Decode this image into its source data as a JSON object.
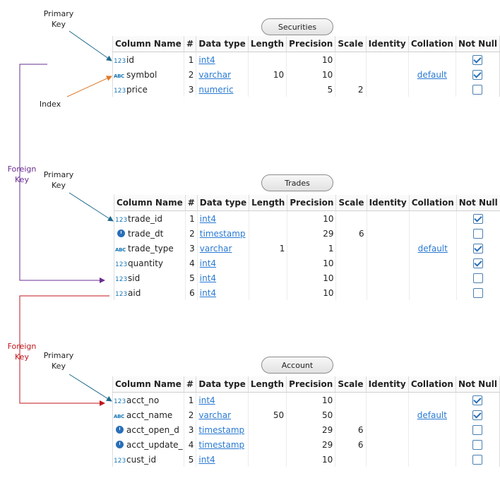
{
  "annotations": {
    "primary_key": "Primary\nKey",
    "index": "Index",
    "foreign_key": "Foreign\nKey"
  },
  "columns_header": [
    "Column Name",
    "#",
    "Data type",
    "Length",
    "Precision",
    "Scale",
    "Identity",
    "Collation",
    "Not Null"
  ],
  "tables": [
    {
      "title": "Securities",
      "rows": [
        {
          "type_icon": "123",
          "name": "id",
          "num": "1",
          "dtype": "int4",
          "length": "",
          "precision": "10",
          "scale": "",
          "identity": "",
          "collation": "",
          "not_null": true
        },
        {
          "type_icon": "ABC",
          "name": "symbol",
          "num": "2",
          "dtype": "varchar",
          "length": "10",
          "precision": "10",
          "scale": "",
          "identity": "",
          "collation": "default",
          "not_null": true
        },
        {
          "type_icon": "123",
          "name": "price",
          "num": "3",
          "dtype": "numeric",
          "length": "",
          "precision": "5",
          "scale": "2",
          "identity": "",
          "collation": "",
          "not_null": false
        }
      ]
    },
    {
      "title": "Trades",
      "rows": [
        {
          "type_icon": "123",
          "name": "trade_id",
          "num": "1",
          "dtype": "int4",
          "length": "",
          "precision": "10",
          "scale": "",
          "identity": "",
          "collation": "",
          "not_null": true
        },
        {
          "type_icon": "clock",
          "name": "trade_dt",
          "num": "2",
          "dtype": "timestamp",
          "length": "",
          "precision": "29",
          "scale": "6",
          "identity": "",
          "collation": "",
          "not_null": false
        },
        {
          "type_icon": "ABC",
          "name": "trade_type",
          "num": "3",
          "dtype": "varchar",
          "length": "1",
          "precision": "1",
          "scale": "",
          "identity": "",
          "collation": "default",
          "not_null": true
        },
        {
          "type_icon": "123",
          "name": "quantity",
          "num": "4",
          "dtype": "int4",
          "length": "",
          "precision": "10",
          "scale": "",
          "identity": "",
          "collation": "",
          "not_null": true
        },
        {
          "type_icon": "123",
          "name": "sid",
          "num": "5",
          "dtype": "int4",
          "length": "",
          "precision": "10",
          "scale": "",
          "identity": "",
          "collation": "",
          "not_null": false
        },
        {
          "type_icon": "123",
          "name": "aid",
          "num": "6",
          "dtype": "int4",
          "length": "",
          "precision": "10",
          "scale": "",
          "identity": "",
          "collation": "",
          "not_null": false
        }
      ]
    },
    {
      "title": "Account",
      "rows": [
        {
          "type_icon": "123",
          "name": "acct_no",
          "num": "1",
          "dtype": "int4",
          "length": "",
          "precision": "10",
          "scale": "",
          "identity": "",
          "collation": "",
          "not_null": true
        },
        {
          "type_icon": "ABC",
          "name": "acct_name",
          "num": "2",
          "dtype": "varchar",
          "length": "50",
          "precision": "50",
          "scale": "",
          "identity": "",
          "collation": "default",
          "not_null": true
        },
        {
          "type_icon": "clock",
          "name": "acct_open_d",
          "num": "3",
          "dtype": "timestamp",
          "length": "",
          "precision": "29",
          "scale": "6",
          "identity": "",
          "collation": "",
          "not_null": false
        },
        {
          "type_icon": "clock",
          "name": "acct_update_",
          "num": "4",
          "dtype": "timestamp",
          "length": "",
          "precision": "29",
          "scale": "6",
          "identity": "",
          "collation": "",
          "not_null": false
        },
        {
          "type_icon": "123",
          "name": "cust_id",
          "num": "5",
          "dtype": "int4",
          "length": "",
          "precision": "10",
          "scale": "",
          "identity": "",
          "collation": "",
          "not_null": false
        }
      ]
    }
  ],
  "colors": {
    "primary_key_arrow": "#1f6a8c",
    "index_arrow": "#e07a2a",
    "foreign_key_purple": "#6a2c91",
    "foreign_key_red": "#c0161b",
    "link": "#2a7ad3"
  }
}
